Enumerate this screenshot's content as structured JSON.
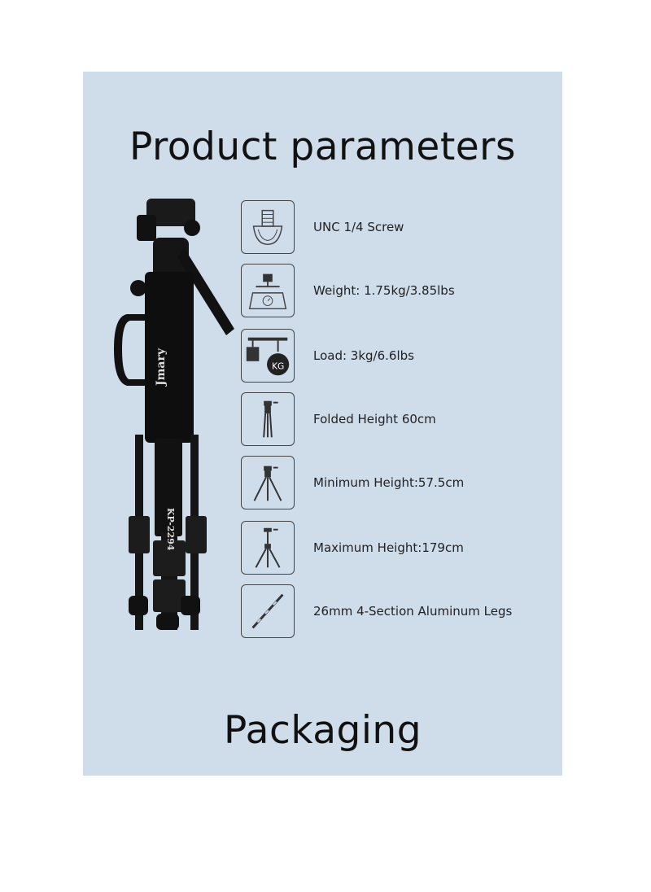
{
  "title": "Product parameters",
  "footer_title": "Packaging",
  "product": {
    "brand": "Jmary",
    "model": "KP-2294"
  },
  "params": [
    {
      "icon": "screw-icon",
      "label": "UNC 1/4 Screw"
    },
    {
      "icon": "scale-icon",
      "label": "Weight: 1.75kg/3.85lbs"
    },
    {
      "icon": "load-weight-icon",
      "label": "Load: 3kg/6.6lbs",
      "icon_text": "KG"
    },
    {
      "icon": "folded-tripod-icon",
      "label": "Folded Height 60cm"
    },
    {
      "icon": "minimum-tripod-icon",
      "label": "Minimum Height:57.5cm"
    },
    {
      "icon": "maximum-tripod-icon",
      "label": "Maximum Height:179cm"
    },
    {
      "icon": "aluminum-leg-icon",
      "label": "26mm 4-Section Aluminum Legs"
    }
  ]
}
